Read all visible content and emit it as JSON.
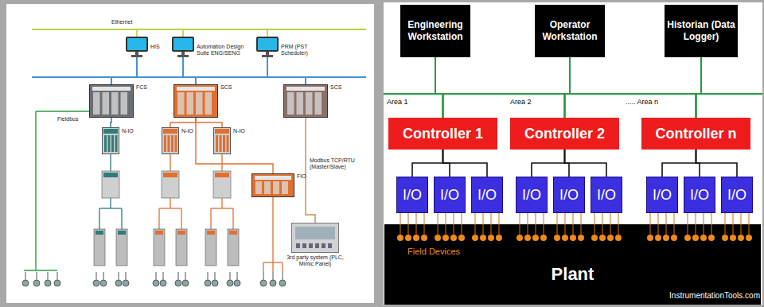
{
  "diagram": {
    "nodes": [
      {
        "text": [
          "HIS"
        ]
      },
      {
        "text": [
          "Automation Design Suite ENG/SENG"
        ]
      },
      {
        "text": [
          "PRM (PST Scheduler)"
        ]
      },
      {
        "text": [
          "FCS"
        ]
      },
      {
        "text": [
          "SCS"
        ]
      },
      {
        "text": [
          "SCS"
        ]
      },
      {
        "text": [
          "N-IO"
        ]
      },
      {
        "text": [
          "N-IO"
        ]
      },
      {
        "text": [
          "N-IO"
        ]
      },
      {
        "text": [
          "FIO"
        ]
      },
      {
        "text": [
          "3rd party system (PLC, Mimic Panel)"
        ]
      },
      {
        "text": [
          "Engineering Workstation"
        ]
      },
      {
        "text": [
          "Operator Workstation"
        ]
      },
      {
        "text": [
          "Historian (Data Logger)"
        ]
      },
      {
        "text": [
          "Controller 1"
        ]
      },
      {
        "text": [
          "Controller 2"
        ]
      },
      {
        "text": [
          "Controller n"
        ]
      },
      {
        "text": [
          "I/O"
        ]
      },
      {
        "text": [
          "I/O"
        ]
      },
      {
        "text": [
          "I/O"
        ]
      },
      {
        "text": [
          "I/O"
        ]
      },
      {
        "text": [
          "I/O"
        ]
      },
      {
        "text": [
          "I/O"
        ]
      },
      {
        "text": [
          "I/O"
        ]
      },
      {
        "text": [
          "I/O"
        ]
      },
      {
        "text": [
          "I/O"
        ]
      },
      {
        "text": [
          "Plant"
        ]
      }
    ],
    "edges": [
      {
        "from": 0,
        "to": 3,
        "arrow": "none"
      },
      {
        "from": 0,
        "to": 4,
        "arrow": "none"
      },
      {
        "from": 0,
        "to": 5,
        "arrow": "none"
      },
      {
        "from": 1,
        "to": 3,
        "arrow": "none"
      },
      {
        "from": 1,
        "to": 4,
        "arrow": "none"
      },
      {
        "from": 1,
        "to": 5,
        "arrow": "none"
      },
      {
        "from": 2,
        "to": 3,
        "arrow": "none"
      },
      {
        "from": 2,
        "to": 4,
        "arrow": "none"
      },
      {
        "from": 2,
        "to": 5,
        "arrow": "none"
      },
      {
        "from": 3,
        "to": 6,
        "arrow": "none"
      },
      {
        "from": 4,
        "to": 7,
        "arrow": "none"
      },
      {
        "from": 4,
        "to": 8,
        "arrow": "none"
      },
      {
        "from": 4,
        "to": 9,
        "arrow": "none"
      },
      {
        "from": 5,
        "to": 10,
        "label": "Modbus TCP/RTU (Master/Slave)",
        "arrow": "none"
      },
      {
        "from": 11,
        "to": 14,
        "arrow": "none"
      },
      {
        "from": 11,
        "to": 15,
        "arrow": "none"
      },
      {
        "from": 11,
        "to": 16,
        "arrow": "none"
      },
      {
        "from": 12,
        "to": 14,
        "arrow": "none"
      },
      {
        "from": 12,
        "to": 15,
        "arrow": "none"
      },
      {
        "from": 12,
        "to": 16,
        "arrow": "none"
      },
      {
        "from": 13,
        "to": 14,
        "arrow": "none"
      },
      {
        "from": 13,
        "to": 15,
        "arrow": "none"
      },
      {
        "from": 13,
        "to": 16,
        "arrow": "none"
      },
      {
        "from": 14,
        "to": 17,
        "arrow": "none"
      },
      {
        "from": 14,
        "to": 18,
        "arrow": "none"
      },
      {
        "from": 14,
        "to": 19,
        "arrow": "none"
      },
      {
        "from": 15,
        "to": 20,
        "arrow": "none"
      },
      {
        "from": 15,
        "to": 21,
        "arrow": "none"
      },
      {
        "from": 15,
        "to": 22,
        "arrow": "none"
      },
      {
        "from": 16,
        "to": 23,
        "arrow": "none"
      },
      {
        "from": 16,
        "to": 24,
        "arrow": "none"
      },
      {
        "from": 16,
        "to": 25,
        "arrow": "none"
      }
    ],
    "labels": [
      "Ethernet",
      "Fieldbus",
      "Area 1",
      "Area 2",
      "..... Area n",
      "Field Devices",
      "InstrumentationTools.com"
    ]
  }
}
